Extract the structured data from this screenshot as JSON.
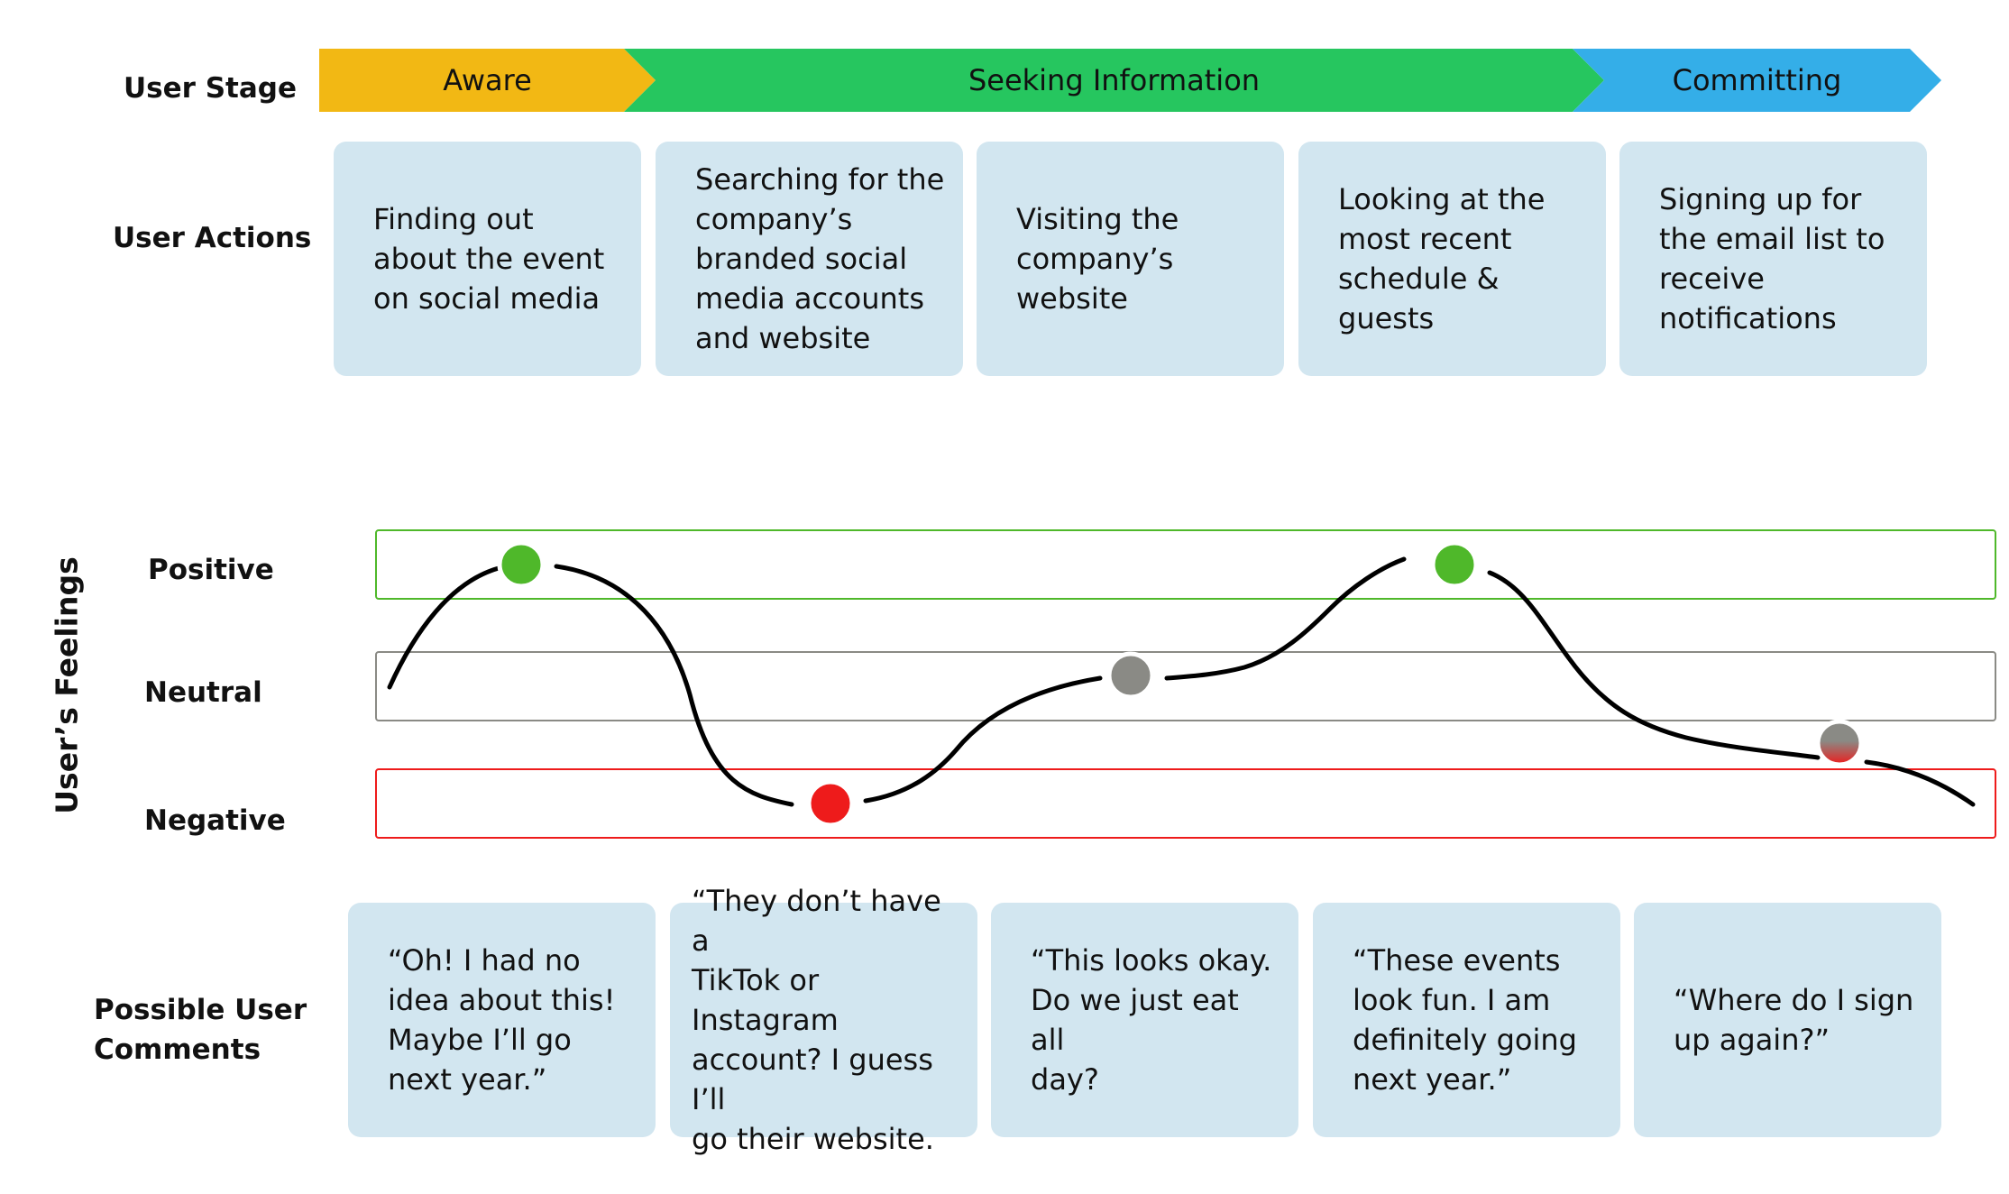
{
  "row_labels": {
    "user_stage": "User Stage",
    "user_actions": "User Actions",
    "feelings": "User’s Feelings",
    "comments": "Possible User\nComments"
  },
  "stages": [
    {
      "label": "Aware",
      "color": "#f2b814"
    },
    {
      "label": "Seeking Information",
      "color": "#26c65f"
    },
    {
      "label": "Committing",
      "color": "#34aee8"
    }
  ],
  "actions": [
    "Finding out\nabout the event\non social media",
    "Searching for the\ncompany’s\nbranded social\nmedia accounts\nand website",
    "Visiting the\ncompany’s\nwebsite",
    "Looking at the\nmost recent\nschedule &\nguests",
    "Signing up for\nthe email list to\nreceive\nnotifications"
  ],
  "feelings": {
    "positive": {
      "label": "Positive",
      "color": "#4fb82a"
    },
    "neutral": {
      "label": "Neutral",
      "color": "#8a8a85"
    },
    "negative": {
      "label": "Negative",
      "color": "#ee1b1b"
    }
  },
  "journey_points": [
    "positive",
    "negative",
    "neutral",
    "positive",
    "neutral-negative"
  ],
  "comments": [
    "“Oh! I had no\nidea about this!\nMaybe I’ll go\nnext year.”",
    "“They don’t have a\nTikTok or Instagram\naccount? I guess I’ll\ngo their website.",
    "“This looks okay.\nDo we just eat all\nday?",
    "“These events\nlook fun. I am\ndefinitely going\nnext year.”",
    "“Where do I sign\nup again?”"
  ]
}
